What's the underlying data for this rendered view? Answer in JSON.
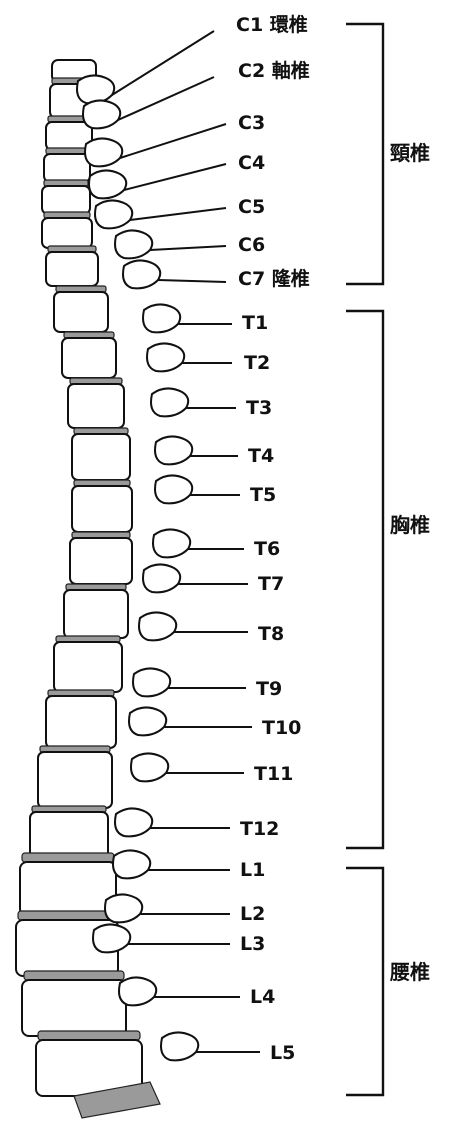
{
  "vertebrae": [
    {
      "id": "C1",
      "text": "C1 環椎"
    },
    {
      "id": "C2",
      "text": "C2 軸椎"
    },
    {
      "id": "C3",
      "text": "C3"
    },
    {
      "id": "C4",
      "text": "C4"
    },
    {
      "id": "C5",
      "text": "C5"
    },
    {
      "id": "C6",
      "text": "C6"
    },
    {
      "id": "C7",
      "text": "C7 隆椎"
    },
    {
      "id": "T1",
      "text": "T1"
    },
    {
      "id": "T2",
      "text": "T2"
    },
    {
      "id": "T3",
      "text": "T3"
    },
    {
      "id": "T4",
      "text": "T4"
    },
    {
      "id": "T5",
      "text": "T5"
    },
    {
      "id": "T6",
      "text": "T6"
    },
    {
      "id": "T7",
      "text": "T7"
    },
    {
      "id": "T8",
      "text": "T8"
    },
    {
      "id": "T9",
      "text": "T9"
    },
    {
      "id": "T10",
      "text": "T10"
    },
    {
      "id": "T11",
      "text": "T11"
    },
    {
      "id": "T12",
      "text": "T12"
    },
    {
      "id": "L1",
      "text": "L1"
    },
    {
      "id": "L2",
      "text": "L2"
    },
    {
      "id": "L3",
      "text": "L3"
    },
    {
      "id": "L4",
      "text": "L4"
    },
    {
      "id": "L5",
      "text": "L5"
    }
  ],
  "groups": [
    {
      "id": "cervical",
      "text": "頸椎"
    },
    {
      "id": "thoracic",
      "text": "胸椎"
    },
    {
      "id": "lumbar",
      "text": "腰椎"
    }
  ],
  "colors": {
    "disc": "#9a9a9a",
    "line": "#111111",
    "bone": "#ffffff"
  }
}
